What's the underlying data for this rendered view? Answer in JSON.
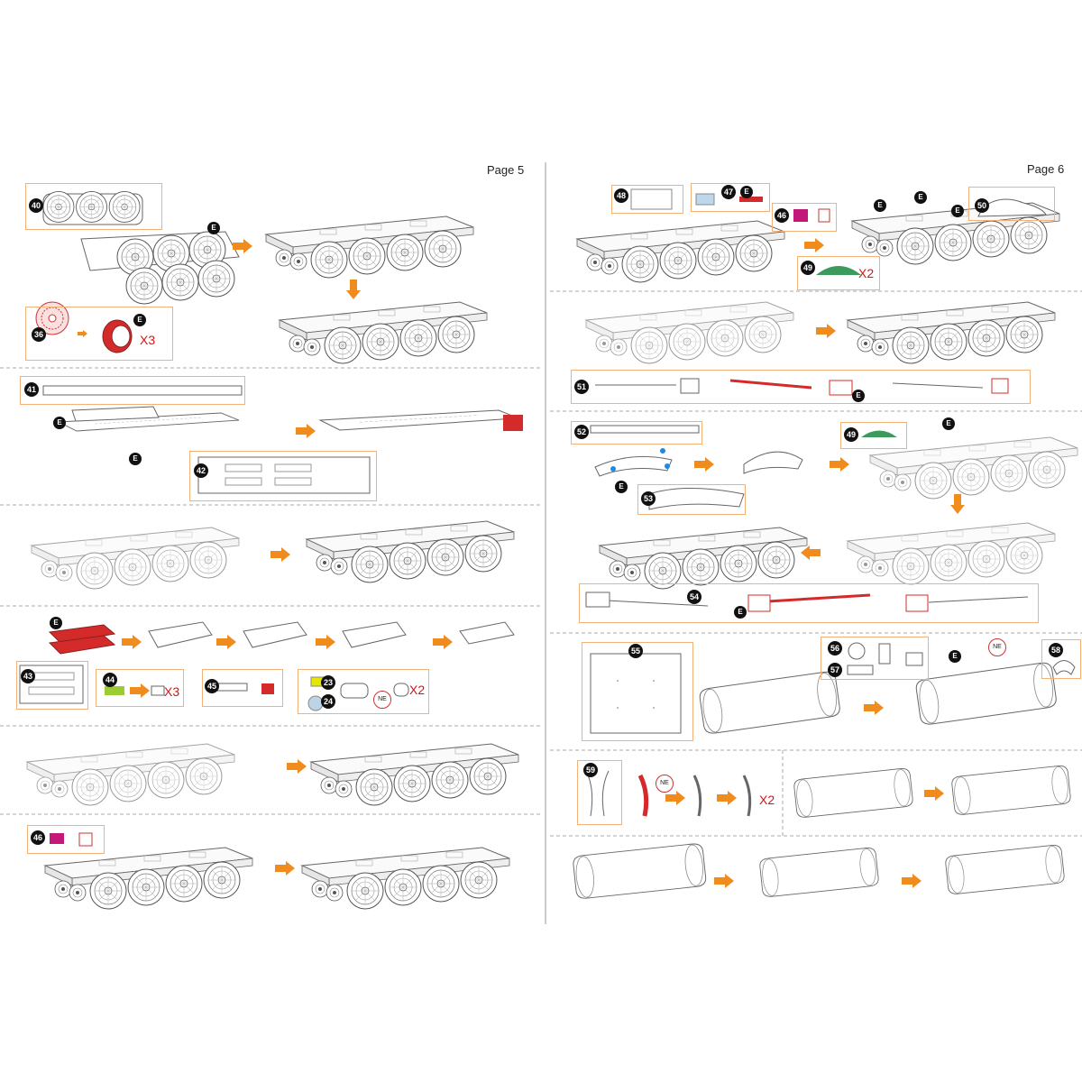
{
  "pages": [
    {
      "label": "Page 5"
    },
    {
      "label": "Page 6"
    }
  ],
  "steps": {
    "s36": "36",
    "s40": "40",
    "s41": "41",
    "s42": "42",
    "s43": "43",
    "s44": "44",
    "s45": "45",
    "s23": "23",
    "s24": "24",
    "s46a": "46",
    "s48": "48",
    "s47": "47",
    "s46b": "46",
    "s49a": "49",
    "s50": "50",
    "s51": "51",
    "s52": "52",
    "s53": "53",
    "s49b": "49",
    "s54": "54",
    "s55": "55",
    "s56": "56",
    "s57": "57",
    "s58": "58",
    "s59": "59"
  },
  "badges": {
    "e": "E",
    "ne": "NE"
  },
  "multipliers": {
    "x3": "X3",
    "x2": "X2"
  },
  "colors": {
    "arrow": "#f08c1e",
    "infobox_border": "#f2b277",
    "part_red": "#d42a2a",
    "part_magenta": "#c2187a",
    "part_green": "#3c9a5c",
    "part_yellow": "#e6e600",
    "part_lime": "#9bcc32",
    "line_drawing": "#666666",
    "divider": "#999999"
  }
}
